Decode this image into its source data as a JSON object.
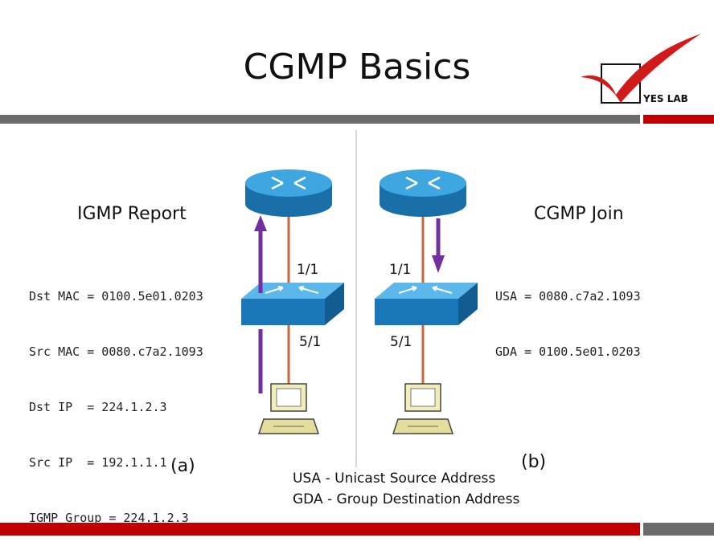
{
  "slide": {
    "title": "CGMP Basics",
    "logo_text": "YES LAB",
    "colors": {
      "accent_red": "#c00000",
      "bar_gray": "#6b6b6b",
      "arrow_purple": "#7030a0",
      "device_blue": "#2a8ccc",
      "link_orange": "#c8673a"
    }
  },
  "left": {
    "heading": "IGMP Report",
    "caption": "(a)",
    "fields": [
      "Dst MAC = 0100.5e01.0203",
      "Src MAC = 0080.c7a2.1093",
      "Dst IP  = 224.1.2.3",
      "Src IP  = 192.1.1.1",
      "IGMP Group = 224.1.2.3"
    ],
    "port_up": "1/1",
    "port_down": "5/1"
  },
  "right": {
    "heading": "CGMP Join",
    "caption": "(b)",
    "fields": [
      "USA = 0080.c7a2.1093",
      "GDA = 0100.5e01.0203"
    ],
    "port_up": "1/1",
    "port_down": "5/1"
  },
  "legend": [
    "USA - Unicast Source Address",
    "GDA - Group Destination Address"
  ]
}
